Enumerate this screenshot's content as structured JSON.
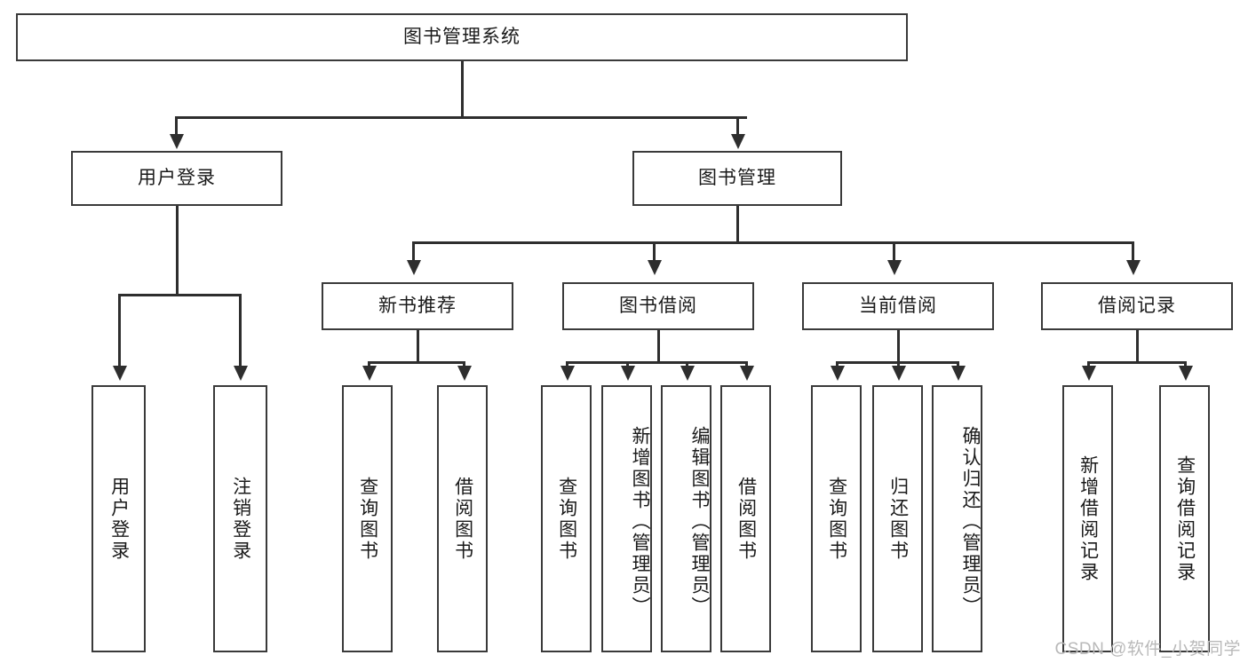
{
  "diagram": {
    "type": "hierarchy-tree",
    "title": "图书管理系统",
    "root": {
      "label": "图书管理系统",
      "orientation": "horizontal"
    },
    "level2": [
      {
        "label": "用户登录",
        "orientation": "horizontal"
      },
      {
        "label": "图书管理",
        "orientation": "horizontal"
      }
    ],
    "level3": [
      {
        "label": "新书推荐",
        "orientation": "horizontal",
        "parent": "图书管理"
      },
      {
        "label": "图书借阅",
        "orientation": "horizontal",
        "parent": "图书管理"
      },
      {
        "label": "当前借阅",
        "orientation": "horizontal",
        "parent": "图书管理"
      },
      {
        "label": "借阅记录",
        "orientation": "horizontal",
        "parent": "图书管理"
      }
    ],
    "leaves": {
      "user_login": [
        {
          "label": "用户登录",
          "orientation": "vertical"
        },
        {
          "label": "注销登录",
          "orientation": "vertical"
        }
      ],
      "new_book_recommend": [
        {
          "label": "查询图书",
          "orientation": "vertical"
        },
        {
          "label": "借阅图书",
          "orientation": "vertical"
        }
      ],
      "book_borrow": [
        {
          "label": "查询图书",
          "orientation": "vertical"
        },
        {
          "label": "新增图书（管理员）",
          "orientation": "vertical"
        },
        {
          "label": "编辑图书（管理员）",
          "orientation": "vertical"
        },
        {
          "label": "借阅图书",
          "orientation": "vertical"
        }
      ],
      "current_borrow": [
        {
          "label": "查询图书",
          "orientation": "vertical"
        },
        {
          "label": "归还图书",
          "orientation": "vertical"
        },
        {
          "label": "确认归还（管理员）",
          "orientation": "vertical"
        }
      ],
      "borrow_record": [
        {
          "label": "新增借阅记录",
          "orientation": "vertical"
        },
        {
          "label": "查询借阅记录",
          "orientation": "vertical"
        }
      ]
    }
  },
  "watermark": {
    "text": "CSDN @软件_小贺同学"
  },
  "colors": {
    "border": "#3a3a3a",
    "connector": "#2e2e2e",
    "background": "#ffffff",
    "text": "#1a1a1a",
    "watermark": "#b9b9b9"
  }
}
